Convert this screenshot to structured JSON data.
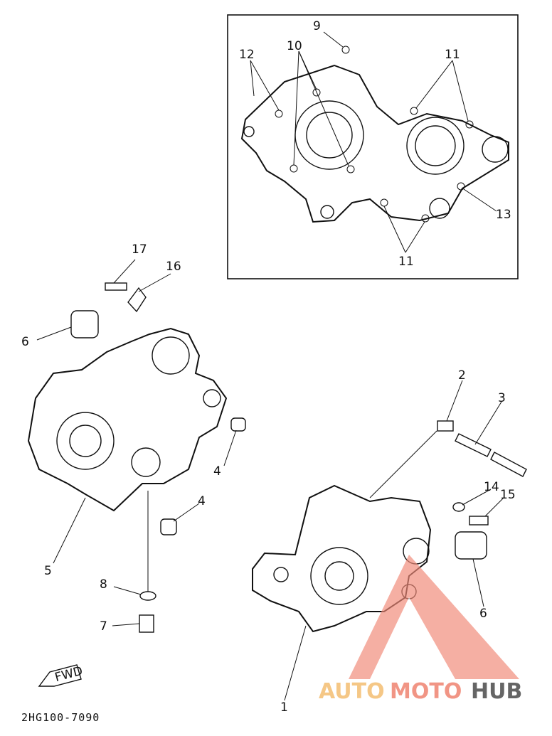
{
  "diagram": {
    "code": "2HG100-7090",
    "fwd_label": "FWD",
    "callouts": {
      "c1": "1",
      "c2": "2",
      "c3": "3",
      "c4a": "4",
      "c4b": "4",
      "c5": "5",
      "c6a": "6",
      "c6b": "6",
      "c7": "7",
      "c8": "8",
      "c9": "9",
      "c10": "10",
      "c11a": "11",
      "c11b": "11",
      "c12": "12",
      "c13": "13",
      "c14": "14",
      "c15": "15",
      "c16": "16",
      "c17": "17"
    }
  },
  "watermark": {
    "word1": "AUTO",
    "word2": "MOTO",
    "word3": "HUB",
    "color_light": "#f4c27a",
    "color_mid": "#f08a78",
    "color_dark": "#555555"
  }
}
